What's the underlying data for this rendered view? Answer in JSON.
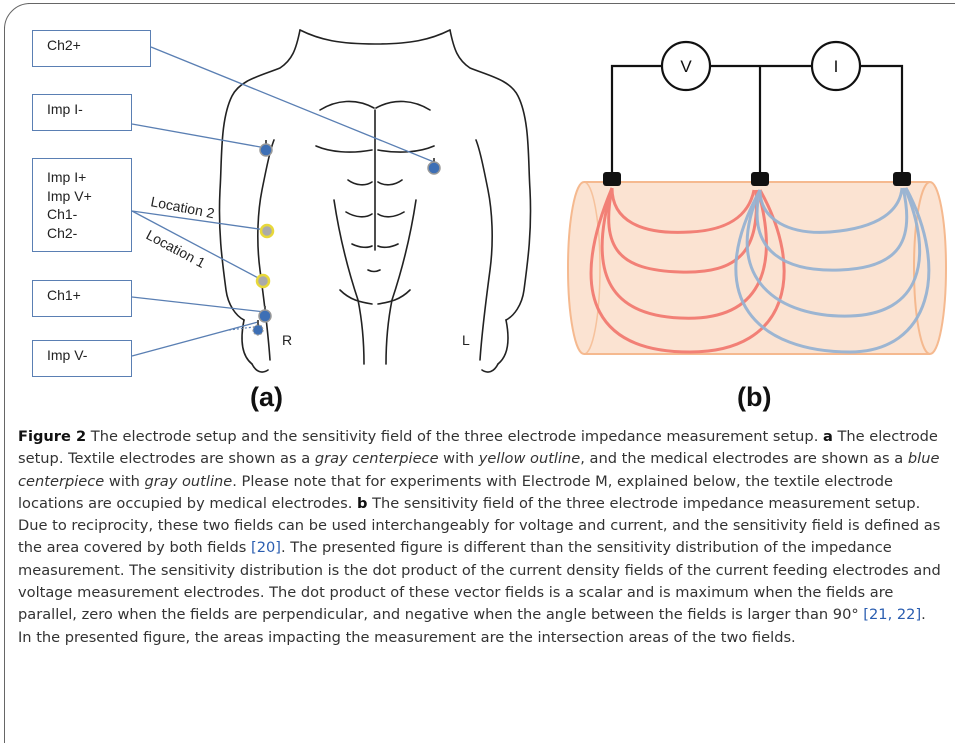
{
  "panel_a": {
    "boxes": {
      "ch2_plus": "Ch2+",
      "imp_i_minus": "Imp I-",
      "group": [
        "Imp I+",
        "Imp V+",
        "Ch1-",
        "Ch2-"
      ],
      "ch1_plus": "Ch1+",
      "imp_v_minus": "Imp V-"
    },
    "location_2": "Location 2",
    "location_1": "Location 1",
    "side_right": "R",
    "side_left": "L",
    "label": "(a)"
  },
  "panel_b": {
    "voltmeter": "V",
    "ammeter": "I",
    "label": "(b)"
  },
  "colors": {
    "box_border": "#5a7fb3",
    "electrode_blue": "#3d6fb5",
    "electrode_yellow": "#e8d83a",
    "field_red": "#f27b72",
    "field_blue": "#97b3d2",
    "cylinder": "#fbe3d2",
    "reference_link": "#2a5db0"
  },
  "caption": {
    "figure": "Figure 2",
    "title": " The electrode setup and the sensitivity field of the three electrode impedance measurement setup.",
    "a_letter": "a",
    "a_1": " The electrode setup. Textile electrodes are shown as a ",
    "a_i1": "gray centerpiece",
    "a_2": " with ",
    "a_i2": "yellow outline",
    "a_3": ", and the medical electrodes are shown as a ",
    "a_i3": "blue centerpiece",
    "a_4": " with ",
    "a_i4": "gray outline",
    "a_5": ". Please note that for experiments with Electrode M, explained below, the textile electrode locations are occupied by medical electrodes. ",
    "b_letter": "b",
    "b_1": " The sensitivity field of the three electrode impedance measurement setup. Due to reciprocity, these two fields can be used interchangeably for voltage and current, and the sensitivity field is defined as the area covered by both fields ",
    "ref_open": "[",
    "ref_20": "20",
    "ref_close": "]",
    "b_2": ". The presented figure is different than the sensitivity distribution of the impedance measurement. The sensitivity distribution is the dot product of the current density fields of the current feeding electrodes and voltage measurement electrodes. The dot product of these vector fields is a scalar and is maximum when the fields are parallel, zero when the fields are perpendicular, and negative when the angle between the fields is larger than 90° ",
    "ref2_open": "[",
    "ref_21": "21",
    "ref_sep": ", ",
    "ref_22": "22",
    "ref2_close": "]",
    "b_3": ". In the presented figure, the areas impacting the measurement are the intersection areas of the two fields."
  }
}
